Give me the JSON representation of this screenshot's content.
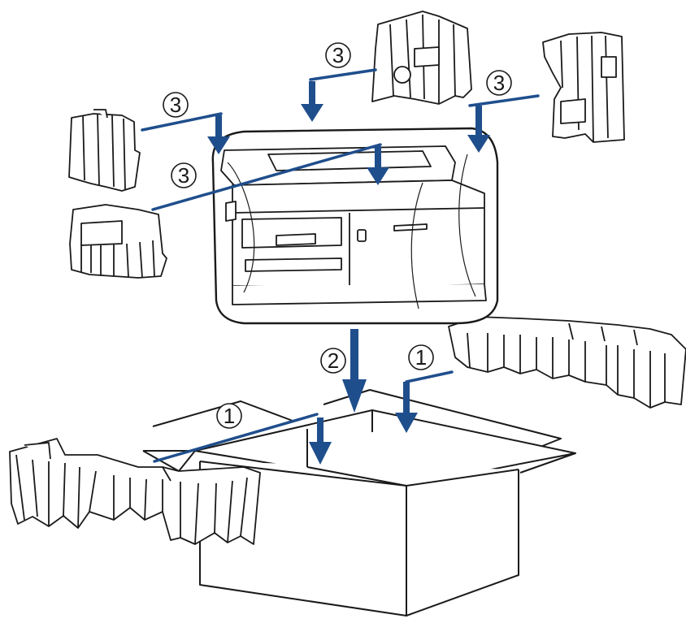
{
  "steps": {
    "step1_left": "1",
    "step1_right": "1",
    "step2": "2",
    "step3_top_center": "3",
    "step3_top_right": "3",
    "step3_upper_left": "3",
    "step3_lower_left": "3"
  },
  "colors": {
    "arrow": "#1f4e8c",
    "line": "#1f4e8c",
    "outline": "#1a1a1a",
    "background": "#ffffff"
  }
}
